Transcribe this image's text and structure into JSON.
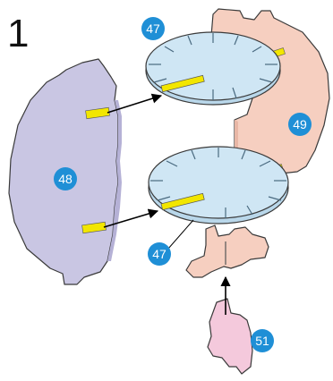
{
  "step": {
    "number": "1"
  },
  "parts": [
    {
      "id": "part-47-top",
      "label": "47",
      "color": "#cfe6f4"
    },
    {
      "id": "part-47-bottom",
      "label": "47",
      "color": "#cfe6f4"
    },
    {
      "id": "part-48",
      "label": "48",
      "color": "#c9c6e3"
    },
    {
      "id": "part-49",
      "label": "49",
      "color": "#f6cfc0"
    },
    {
      "id": "part-51",
      "label": "51",
      "color": "#f4c9dc"
    }
  ],
  "colors": {
    "badge": "#1f8fd6",
    "slot": "#f2e600",
    "arrow": "#000000",
    "part_bottom_stand": "#f6cfc0"
  }
}
